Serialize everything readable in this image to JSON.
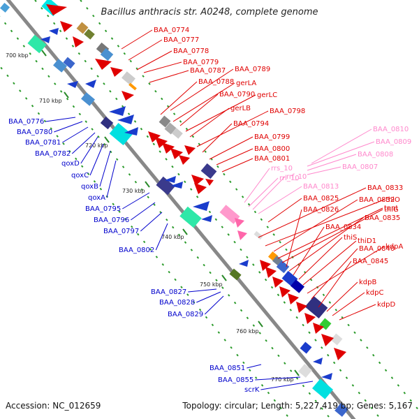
{
  "title": "Bacillus anthracis str. A0248, complete genome",
  "accession": "Accession: NC_012659",
  "summary": "Topology: circular; Length: 5,227,419 bp; Genes: 5,167",
  "ticks": [
    {
      "label": "700 kbp"
    },
    {
      "label": "710 kbp"
    },
    {
      "label": "720 kbp"
    },
    {
      "label": "730 kbp"
    },
    {
      "label": "740 kbp"
    },
    {
      "label": "750 kbp"
    },
    {
      "label": "760 kbp"
    },
    {
      "label": "770 kbp"
    }
  ],
  "colors": {
    "forward": "#e00000",
    "reverse": "#0000cc",
    "rna": "#ff88cc",
    "backbone": "#888888",
    "tick": "#2a8a2a"
  },
  "forward_labels": [
    "BAA_0774",
    "BAA_0777",
    "BAA_0778",
    "BAA_0779",
    "BAA_0787",
    "BAA_0789",
    "BAA_0788",
    "gerLA",
    "BAA_0790",
    "gerLC",
    "gerLB",
    "BAA_0798",
    "BAA_0794",
    "BAA_0799",
    "BAA_0800",
    "BAA_0801",
    "BAA_0833",
    "thiO",
    "BAA_0825",
    "BAA_0832",
    "tenI",
    "thiG",
    "BAA_0826",
    "BAA_0835",
    "BAA_0834",
    "thiS",
    "thiD1",
    "kdpA",
    "BAA_0840",
    "BAA_0845",
    "kdpB",
    "kdpC",
    "kdpD"
  ],
  "rna_labels": [
    "BAA_0810",
    "BAA_0809",
    "BAA_0808",
    "BAA_0807",
    "rrs_10",
    "rrl_10",
    "rrf_10",
    "BAA_0813"
  ],
  "reverse_labels": [
    "BAA_0776",
    "BAA_0780",
    "BAA_0781",
    "BAA_0782",
    "qoxD",
    "qoxC",
    "qoxB",
    "qoxA",
    "BAA_0795",
    "BAA_0796",
    "BAA_0797",
    "BAA_0802",
    "BAA_0827",
    "BAA_0828",
    "BAA_0829",
    "BAA_0851",
    "BAA_0855",
    "scrK"
  ]
}
